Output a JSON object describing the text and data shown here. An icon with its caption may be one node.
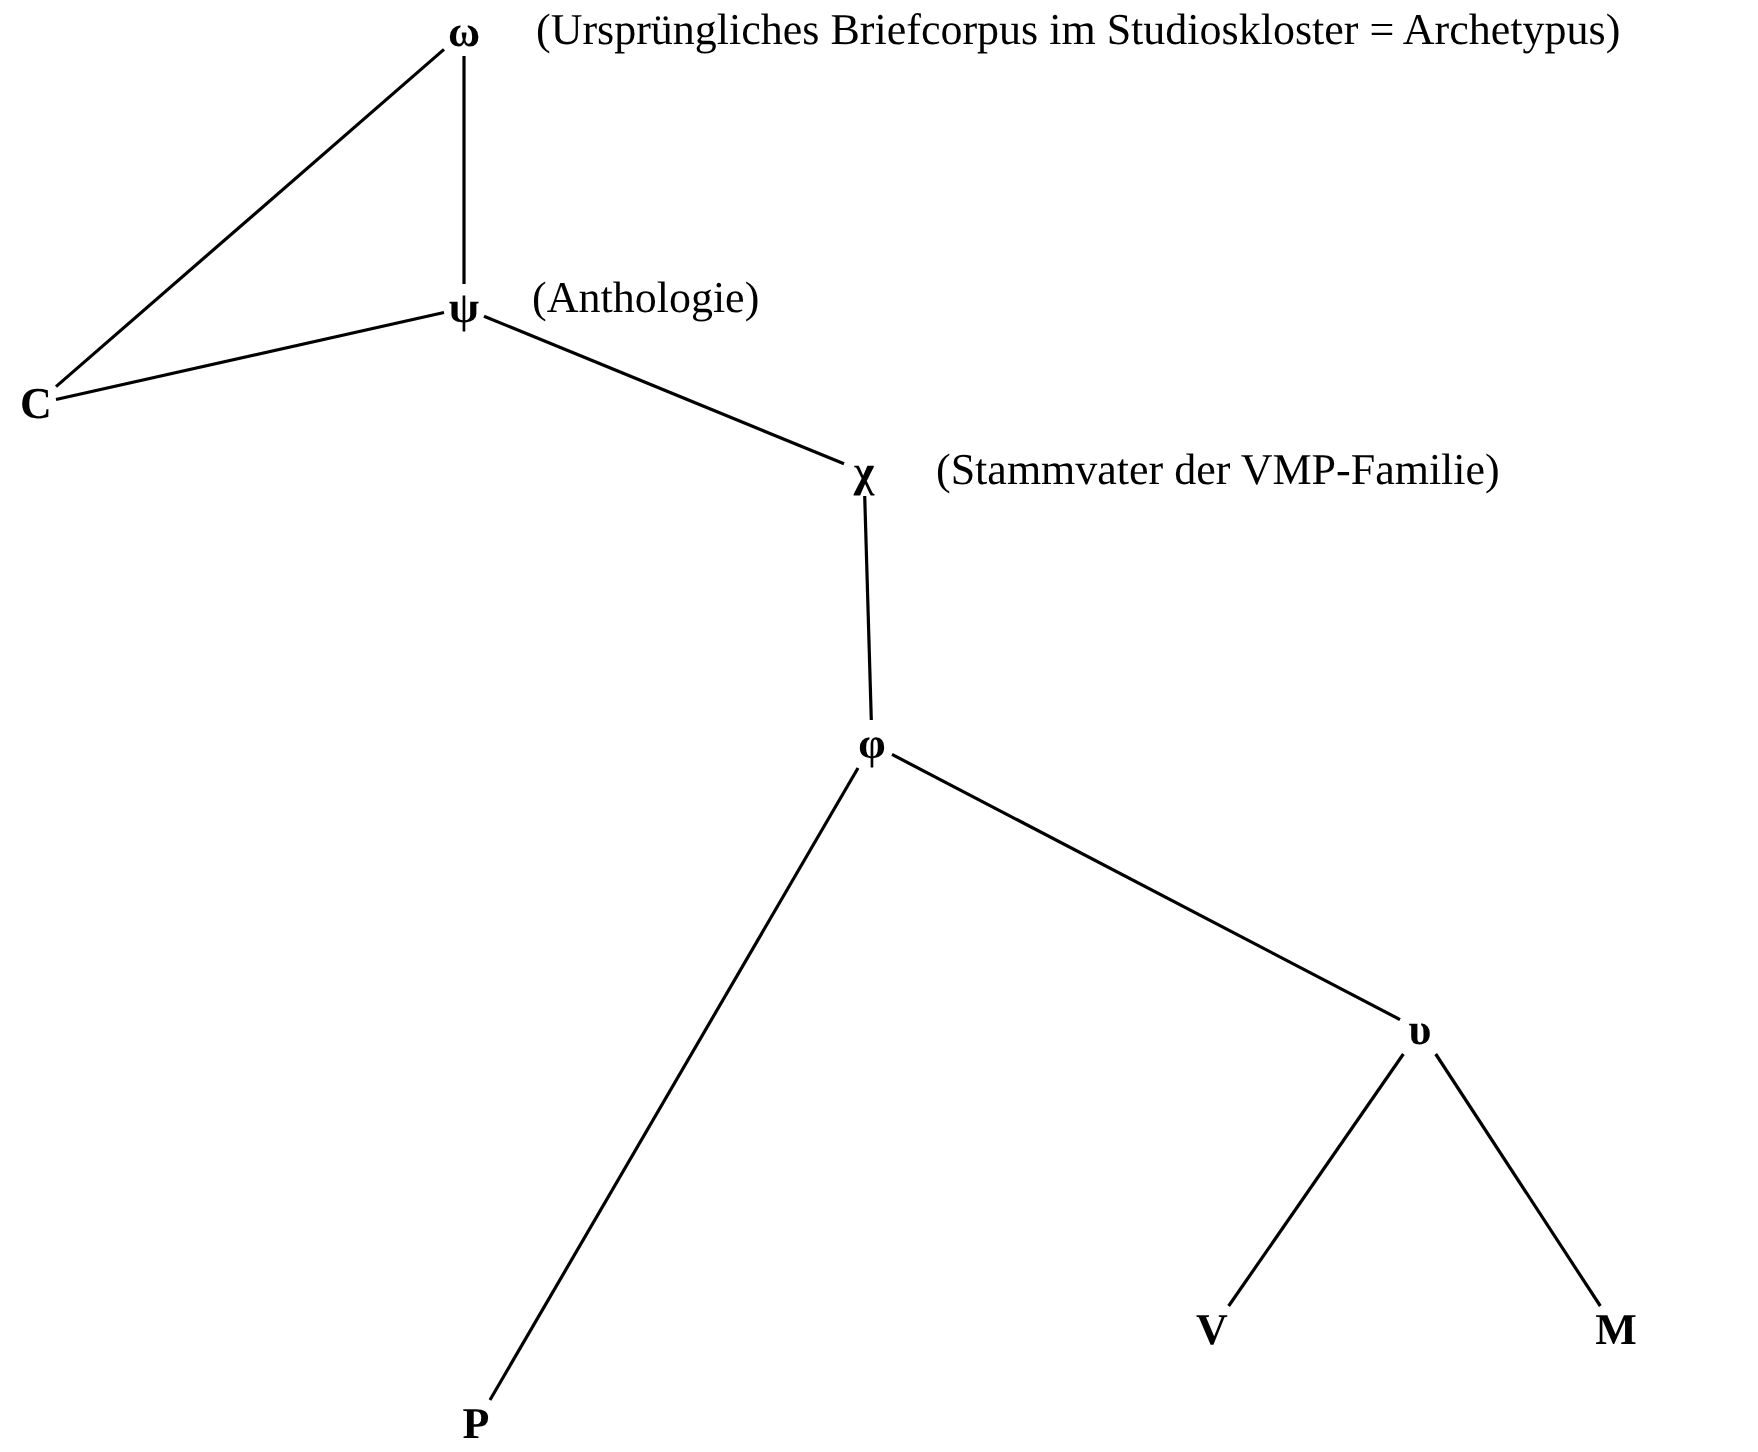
{
  "diagram": {
    "nodes": [
      {
        "text": [
          "ω"
        ],
        "beside": [
          "(Ursprüngliches Briefcorpus im Studioskloster = Archetypus)"
        ]
      },
      {
        "text": [
          "ψ"
        ],
        "beside": [
          "(Anthologie)"
        ]
      },
      {
        "text": [
          "C"
        ]
      },
      {
        "text": [
          "χ"
        ],
        "beside": [
          "(Stammvater der VMP-Familie)"
        ]
      },
      {
        "text": [
          "φ"
        ]
      },
      {
        "text": [
          "υ"
        ]
      },
      {
        "text": [
          "V"
        ]
      },
      {
        "text": [
          "M"
        ]
      },
      {
        "text": [
          "P"
        ]
      }
    ],
    "edges": [
      {
        "from": 0,
        "to": 2,
        "arrow": "none"
      },
      {
        "from": 0,
        "to": 1,
        "arrow": "none"
      },
      {
        "from": 1,
        "to": 2,
        "arrow": "none"
      },
      {
        "from": 1,
        "to": 3,
        "arrow": "none"
      },
      {
        "from": 3,
        "to": 4,
        "arrow": "none"
      },
      {
        "from": 4,
        "to": 8,
        "arrow": "none"
      },
      {
        "from": 4,
        "to": 5,
        "arrow": "none"
      },
      {
        "from": 5,
        "to": 7,
        "arrow": "none"
      },
      {
        "from": 5,
        "to": 6,
        "arrow": "none"
      }
    ]
  }
}
